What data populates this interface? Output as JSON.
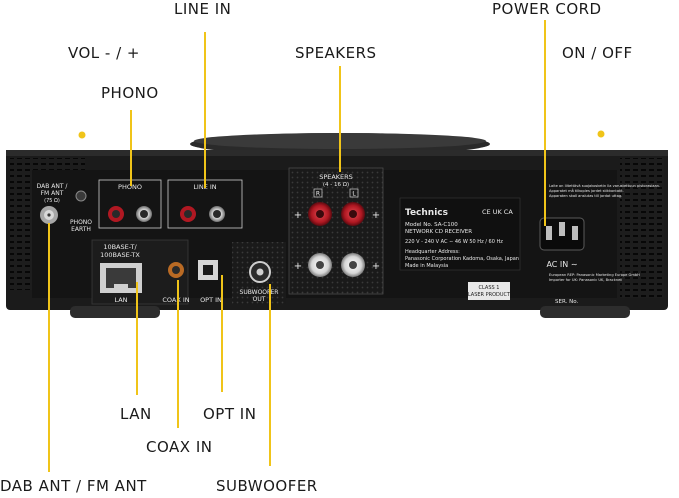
{
  "callouts": {
    "line_in": "LINE IN",
    "power_cord": "POWER CORD",
    "vol": "VOL - / +",
    "speakers": "SPEAKERS",
    "on_off": "ON / OFF",
    "phono": "PHONO",
    "lan": "LAN",
    "opt_in": "OPT IN",
    "coax_in": "COAX IN",
    "dab_fm": "DAB ANT / FM ANT",
    "subwoofer": "SUBWOOFER"
  },
  "panel": {
    "dab_label_1": "DAB ANT /",
    "dab_label_2": "FM ANT",
    "dab_label_3": "(75 Ω)",
    "phono_label": "PHONO",
    "phono_earth_1": "PHONO",
    "phono_earth_2": "EARTH",
    "line_in_label": "LINE IN",
    "lan_spec_1": "10BASE-T/",
    "lan_spec_2": "100BASE-TX",
    "lan_label": "LAN",
    "coax_label": "COAX IN",
    "opt_label": "OPT IN",
    "sub_label_1": "SUBWOOFER",
    "sub_label_2": "OUT",
    "speakers_label": "SPEAKERS",
    "speakers_ohm": "(4 - 16 Ω)",
    "ch_r": "R",
    "ch_l": "L",
    "brand": "Technics",
    "model_line": "Model No.   SA-C100",
    "product_line": "NETWORK CD RECEIVER",
    "power_rating": "220 V - 240 V   AC   ∼   46 W    50 Hz / 60 Hz",
    "hq_1": "Headquarter Address:",
    "hq_2": "Panasonic Corporation   Kadoma, Osaka, Japan",
    "hq_3": "Made in Malaysia",
    "class_1": "CLASS 1",
    "class_2": "LASER PRODUCT",
    "ac_in": "AC IN ∼",
    "ser_no": "SER. No.",
    "ce_marks": "CE UK CA",
    "warn_1": "Laite on liitettävä suojakosketin lla varustettuun pistorasiaan.",
    "warn_2": "Apparatet må tilkoples jordet stikkontakt.",
    "warn_3": "Apparaten skall anslutas till jordat uttag.",
    "importer_1": "European REP: Panasonic Marketing Europe GmbH",
    "importer_2": "Importer for UK: Panasonic UK, Bracknell"
  },
  "colors": {
    "accent": "#f0c419",
    "chassis": "#1b1b1b",
    "panel": "#121212",
    "speaker_red": "#c0202a"
  }
}
